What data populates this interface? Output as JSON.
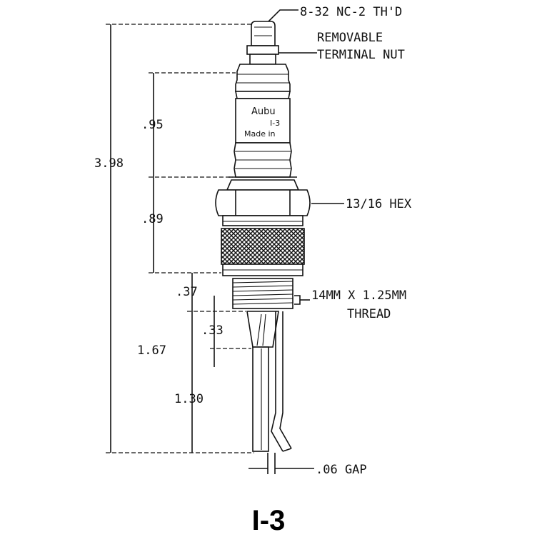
{
  "callouts": {
    "terminal_thread": "8-32 NC-2 TH'D",
    "nut_line1": "REMOVABLE",
    "nut_line2": "TERMINAL NUT",
    "hex": "13/16 HEX",
    "thread_line1": "14MM X 1.25MM",
    "thread_line2": "THREAD",
    "gap": ".06 GAP"
  },
  "dimensions": {
    "overall": "3.98",
    "d_095": ".95",
    "d_089": ".89",
    "d_037": ".37",
    "d_033": ".33",
    "d_167": "1.67",
    "d_130": "1.30"
  },
  "markings": {
    "brand": "Aubu",
    "model": "I-3",
    "made": "Made in"
  },
  "part_number": "I-3"
}
